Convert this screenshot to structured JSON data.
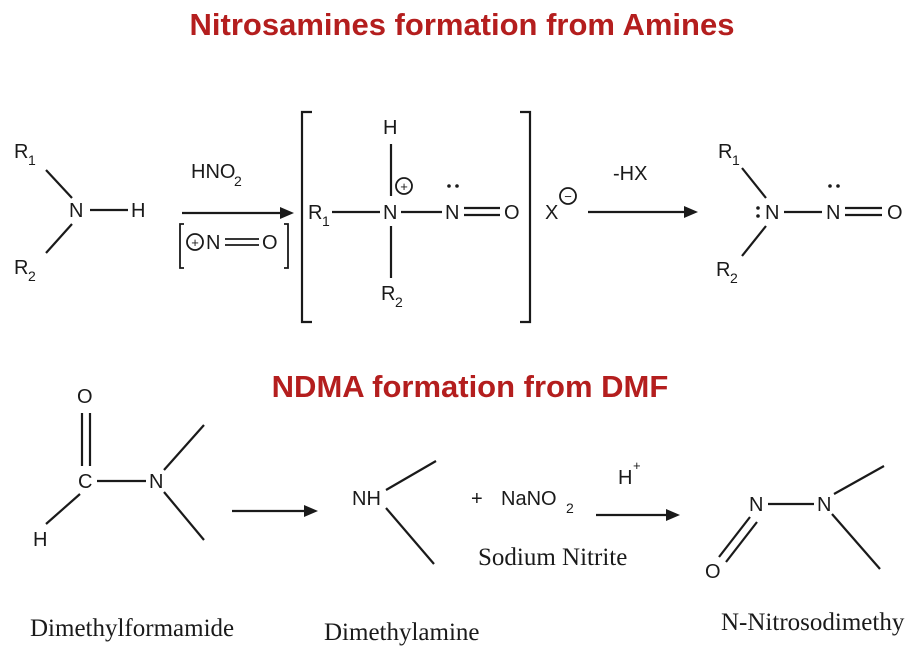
{
  "colors": {
    "title": "#b41e1e",
    "ink": "#1a1a1a",
    "background": "#ffffff"
  },
  "section1": {
    "title": "Nitrosamines formation from Amines",
    "amine": {
      "r1": "R",
      "r1_sub": "1",
      "r2": "R",
      "r2_sub": "2",
      "n": "N",
      "h": "H"
    },
    "reagent": {
      "hno": "HNO",
      "hno_sub": "2",
      "nitrosonium_n": "N",
      "nitrosonium_o": "O",
      "charge": "+"
    },
    "intermediate": {
      "h": "H",
      "r1": "R",
      "r1_sub": "1",
      "n": "N",
      "n2": "N",
      "o": "O",
      "r2": "R",
      "r2_sub": "2",
      "charge": "+",
      "counter_ion": "X",
      "counter_charge": "−"
    },
    "elimination": "-HX",
    "product": {
      "r1": "R",
      "r1_sub": "1",
      "r2": "R",
      "r2_sub": "2",
      "n": "N",
      "n2": "N",
      "o": "O"
    }
  },
  "section2": {
    "title": "NDMA formation from DMF",
    "dmf": {
      "o": "O",
      "c": "C",
      "n": "N",
      "h": "H",
      "name": "Dimethylformamide"
    },
    "dma": {
      "nh": "NH",
      "name": "Dimethylamine"
    },
    "plus": "+",
    "nitrite": {
      "formula": "NaNO",
      "formula_sub": "2",
      "name": "Sodium Nitrite"
    },
    "acid": {
      "h": "H",
      "charge": "+"
    },
    "ndma": {
      "n": "N",
      "n2": "N",
      "o": "O",
      "name": "N-Nitrosodimethy"
    }
  }
}
